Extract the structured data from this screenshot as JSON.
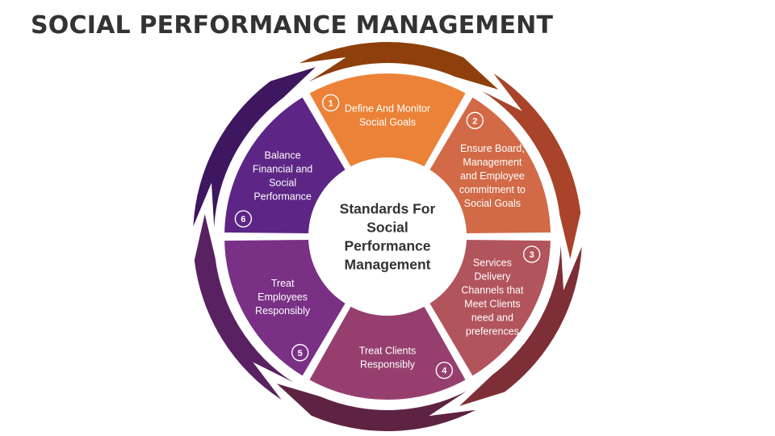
{
  "title": "SOCIAL PERFORMANCE MANAGEMENT",
  "center": {
    "lines": [
      "Standards For",
      "Social",
      "Performance",
      "Management"
    ]
  },
  "segments": [
    {
      "number": "1",
      "lines": [
        "Define And Monitor",
        "Social Goals"
      ],
      "color": "#EC8237",
      "arrow_color": "#8E3F0C"
    },
    {
      "number": "2",
      "lines": [
        "Ensure Board,",
        "Management",
        "and Employee",
        "commitment to",
        "Social Goals"
      ],
      "color": "#D26A47",
      "arrow_color": "#A9432A"
    },
    {
      "number": "3",
      "lines": [
        "Services",
        "Delivery",
        "Channels that",
        "Meet Clients",
        "need and",
        "preferences"
      ],
      "color": "#B2545C",
      "arrow_color": "#7E2E36"
    },
    {
      "number": "4",
      "lines": [
        "Treat Clients",
        "Responsibly"
      ],
      "color": "#963F6E",
      "arrow_color": "#5E2343"
    },
    {
      "number": "5",
      "lines": [
        "Treat",
        "Employees",
        "Responsibly"
      ],
      "color": "#793085",
      "arrow_color": "#5A2162"
    },
    {
      "number": "6",
      "lines": [
        "Balance",
        "Financial and",
        "Social",
        "Performance"
      ],
      "color": "#5D2585",
      "arrow_color": "#3E1760"
    }
  ]
}
